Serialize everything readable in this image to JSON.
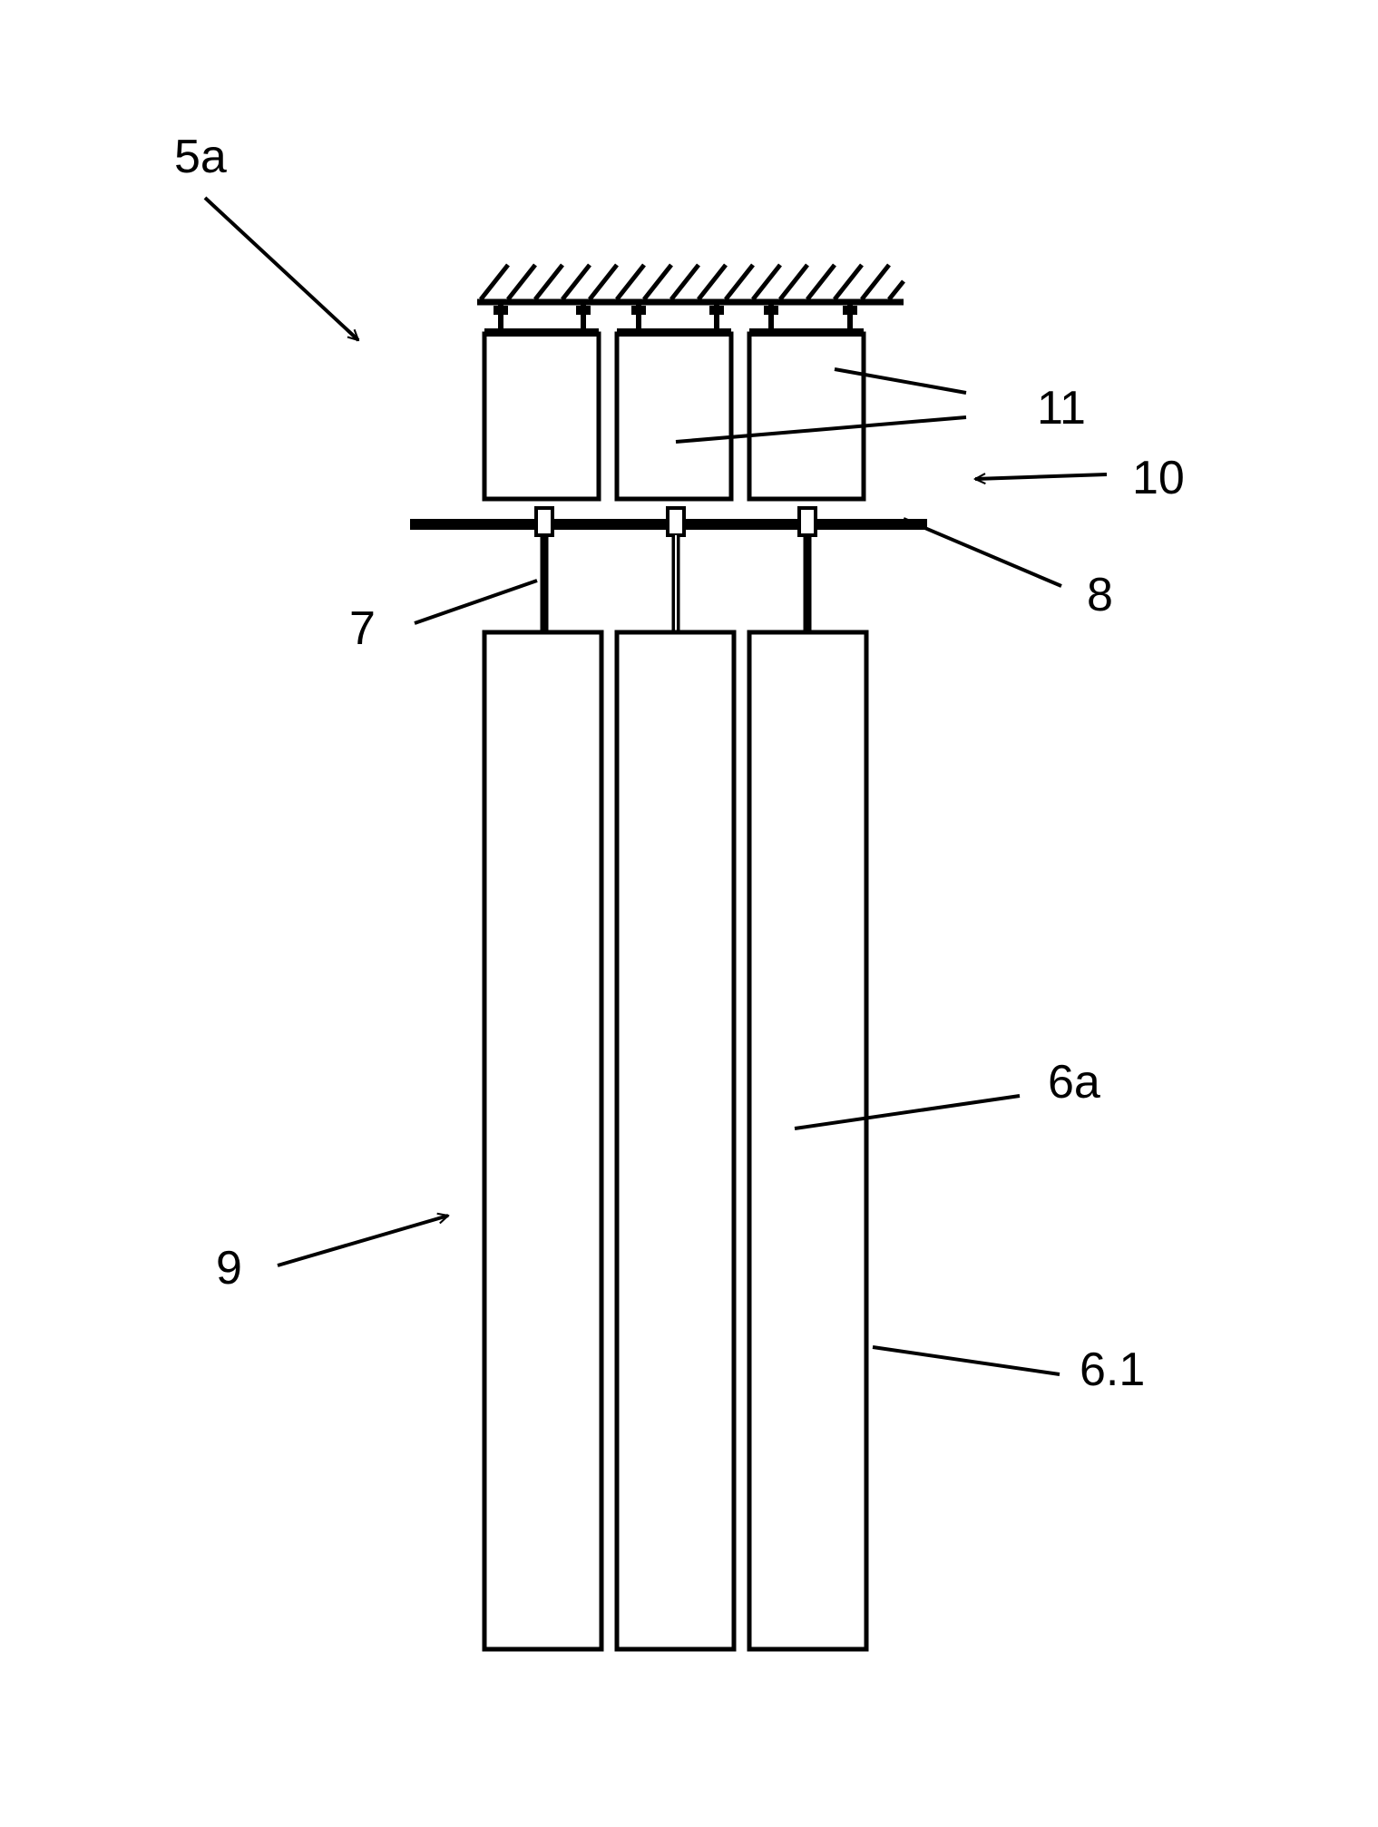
{
  "labels": {
    "assembly": "5a",
    "actuator_units": "11",
    "actuator_group": "10",
    "rail": "8",
    "connector": "7",
    "panel": "6a",
    "panel_edge": "6.1",
    "panel_group": "9"
  },
  "colors": {
    "ink": "#000000",
    "background": "#ffffff"
  }
}
